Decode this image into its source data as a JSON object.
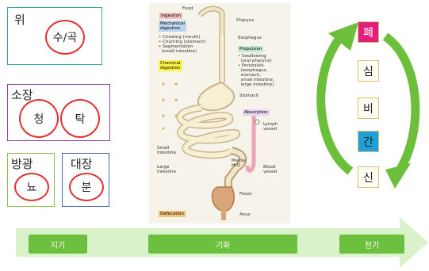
{
  "boxes": {
    "stomach": {
      "title": "위",
      "circles": [
        "수/곡"
      ]
    },
    "small_intestine": {
      "title": "소장",
      "circles": [
        "청",
        "탁"
      ]
    },
    "bladder": {
      "title": "방광",
      "circles": [
        "뇨"
      ]
    },
    "large_intestine": {
      "title": "대장",
      "circles": [
        "분"
      ]
    }
  },
  "organs": [
    "폐",
    "심",
    "비",
    "간",
    "신"
  ],
  "stages": [
    "지기",
    "기화",
    "천기"
  ],
  "illustration": {
    "tags": {
      "ingestion": "Ingestion",
      "mechanical": "Mechanical\ndigestion",
      "chemical": "Chemical\ndigestion",
      "propulsion": "Propulsion",
      "absorption": "Absorption",
      "defecation": "Defecation"
    },
    "labels": {
      "food": "Food",
      "pharynx": "Pharynx",
      "mech_list": "• Chewing (mouth)\n• Churning (stomach)\n• Segmentation\n  (small intestine)",
      "esophagus": "Esophagus",
      "propulsion_list": "• Swallowing\n  (oral pharynx)\n• Peristalsis\n  (esophagus,\n  stomach,\n  small intestine,\n  large intestine)",
      "stomach": "Stomach",
      "lymph": "Lymph\nvessel",
      "small_intestine": "Small\nintestine",
      "large_intestine": "Large\nintestine",
      "mainly_h2o": "Mainly\nH₂O",
      "blood": "Blood\nvessel",
      "feces": "Feces",
      "anus": "Anus"
    }
  },
  "colors": {
    "stomach_border": "#2ca6a4",
    "small_intestine_border": "#9b3fa8",
    "bladder_border": "#8bc34a",
    "large_intestine_border": "#3f6fb5",
    "circle": "#e03030",
    "organ_lung_bg": "#e0207a",
    "organ_liver_bg": "#1ea0d8",
    "cycle_arrow": "#6cbf3a",
    "timeline_arrow": "#d9f2c9",
    "stage_button": "#6dbf3e"
  }
}
